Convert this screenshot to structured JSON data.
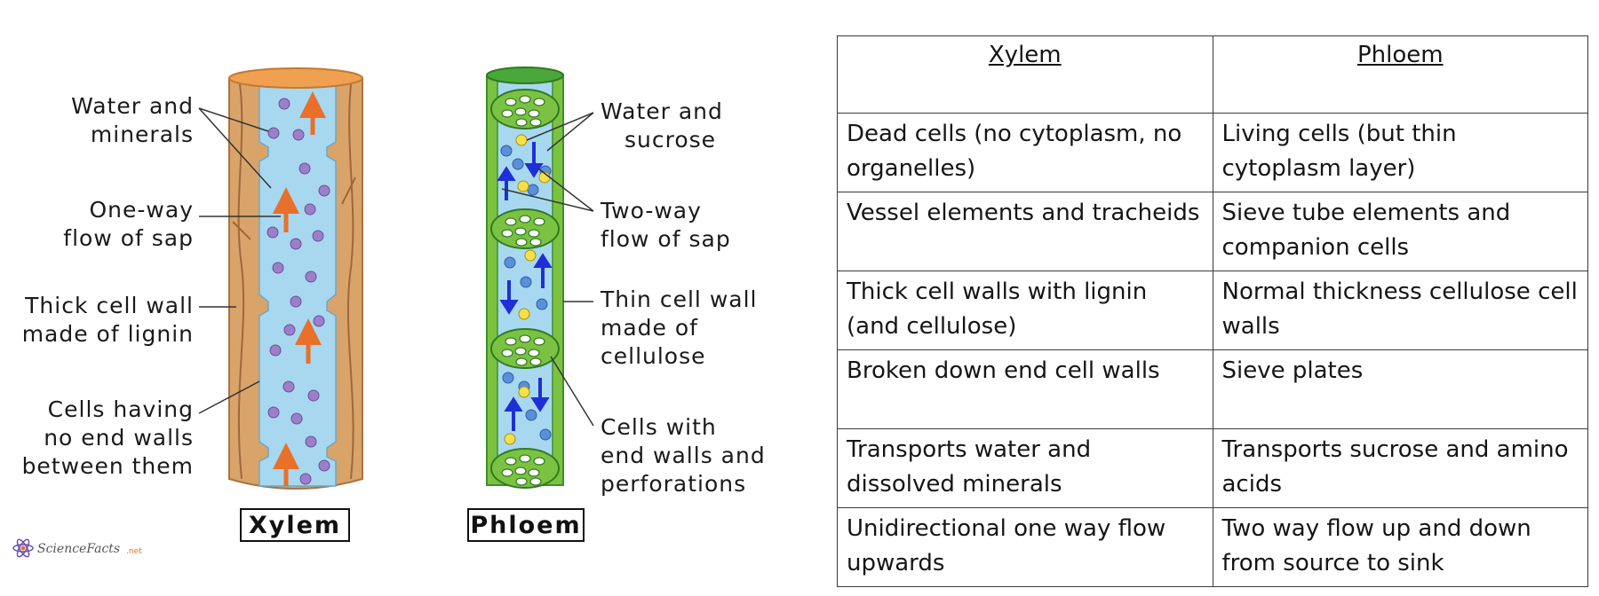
{
  "diagram": {
    "xylem_labels": {
      "water_minerals": [
        "Water and",
        "minerals"
      ],
      "one_way": [
        "One-way",
        "flow of sap"
      ],
      "thick_wall": [
        "Thick cell wall",
        "made of lignin"
      ],
      "no_end_walls": [
        "Cells having",
        "no end walls",
        "between them"
      ]
    },
    "phloem_labels": {
      "water_sucrose": [
        "Water and",
        "sucrose"
      ],
      "two_way": [
        "Two-way",
        "flow of sap"
      ],
      "thin_wall": [
        "Thin cell wall",
        "made of",
        "cellulose"
      ],
      "end_walls": [
        "Cells with",
        "end walls and",
        "perforations"
      ]
    },
    "xylem_caption": "Xylem",
    "phloem_caption": "Phloem",
    "logo_text": "ScienceFacts",
    "logo_suffix": ".net",
    "colors": {
      "xylem_wall": "#d9a46a",
      "xylem_top": "#f0a050",
      "lumen": "#a8d8f0",
      "phloem_wall": "#7cc242",
      "phloem_dark": "#3f8f2a",
      "orange_arrow": "#e8702a",
      "blue_arrow": "#1e2fd8",
      "purple_dot": "#9b7fc8",
      "blue_dot": "#5b8fd8",
      "yellow_dot": "#f5e04a"
    }
  },
  "table": {
    "headers": [
      "Xylem",
      "Phloem"
    ],
    "rows": [
      [
        "Dead cells (no cytoplasm, no organelles)",
        "Living cells (but thin cytoplasm layer)"
      ],
      [
        "Vessel elements and tracheids",
        "Sieve tube elements and companion cells"
      ],
      [
        "Thick cell walls with lignin (and cellulose)",
        "Normal thickness cellulose cell walls"
      ],
      [
        "Broken down end cell walls",
        "Sieve plates"
      ],
      [
        "Transports water and dissolved minerals",
        "Transports sucrose and amino acids"
      ],
      [
        "Unidirectional one way flow upwards",
        "Two way flow up and down from source to sink"
      ]
    ]
  }
}
